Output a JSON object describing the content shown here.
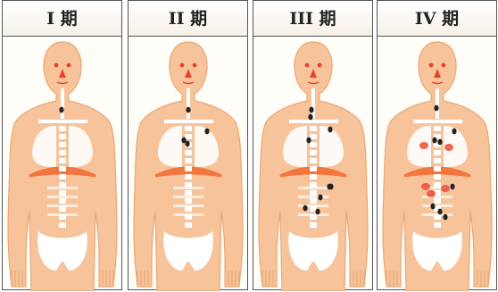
{
  "colors": {
    "skin": "#f7c39a",
    "skin_outline": "#e8a978",
    "organ": "#ffffff",
    "diaphragm": "#f2763f",
    "lesion_red": "#e8432a",
    "node": "#222222",
    "panel_border": "#555555"
  },
  "panels": [
    {
      "title": "I 期",
      "stage_level": 1
    },
    {
      "title": "II 期",
      "stage_level": 2
    },
    {
      "title": "III 期",
      "stage_level": 3
    },
    {
      "title": "IV 期",
      "stage_level": 4
    }
  ]
}
